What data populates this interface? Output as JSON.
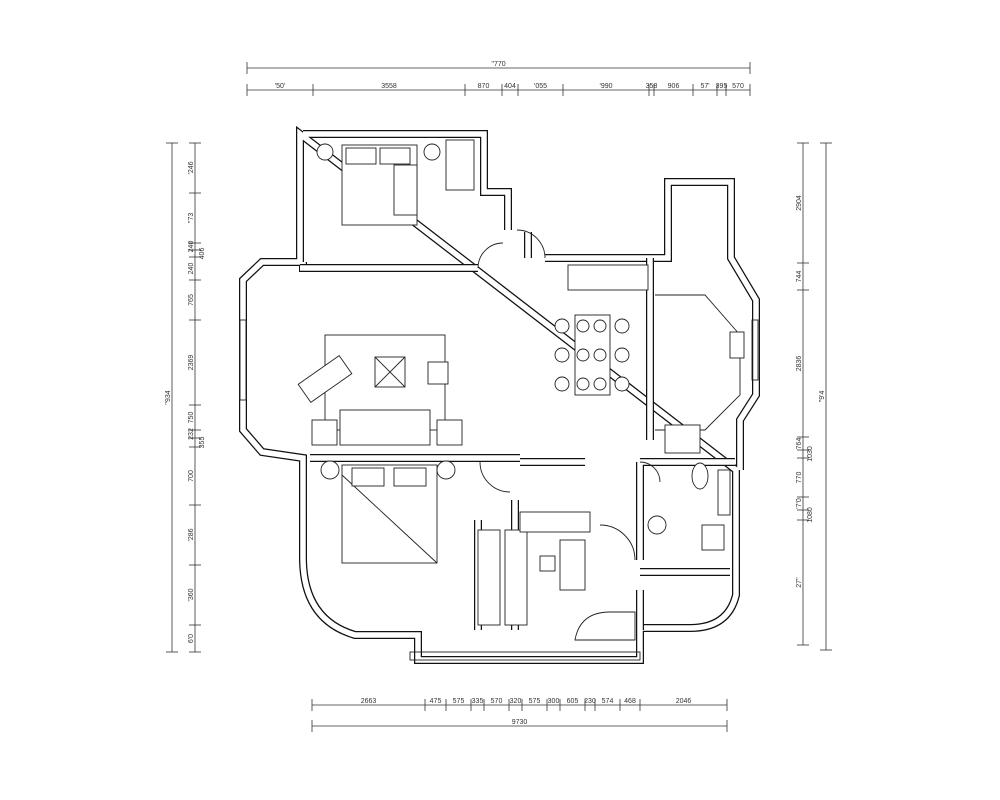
{
  "plan": {
    "top_total": "''770",
    "top_segments": [
      "'50'",
      "3558",
      "870",
      "404",
      "'055",
      "'990",
      "358",
      "906",
      "57'",
      "395",
      "570"
    ],
    "bottom_segments": [
      "2663",
      "475",
      "575",
      "335",
      "570",
      "320",
      "575",
      "300",
      "605",
      "230",
      "574",
      "468",
      "2046"
    ],
    "bottom_total": "9730",
    "left_total": "''934",
    "left_segments": [
      "'246",
      "''73",
      "240",
      "406",
      "240",
      "765",
      "2369",
      "750",
      "232",
      "355",
      "700",
      "'286",
      "'360",
      "6'0"
    ],
    "right_total": "''9'4",
    "right_segments": [
      "2904",
      "744",
      "2836",
      "764",
      "1030",
      "770",
      "'7'0",
      "1080",
      "27''"
    ]
  },
  "colors": {
    "line": "#111111",
    "background": "#ffffff"
  }
}
